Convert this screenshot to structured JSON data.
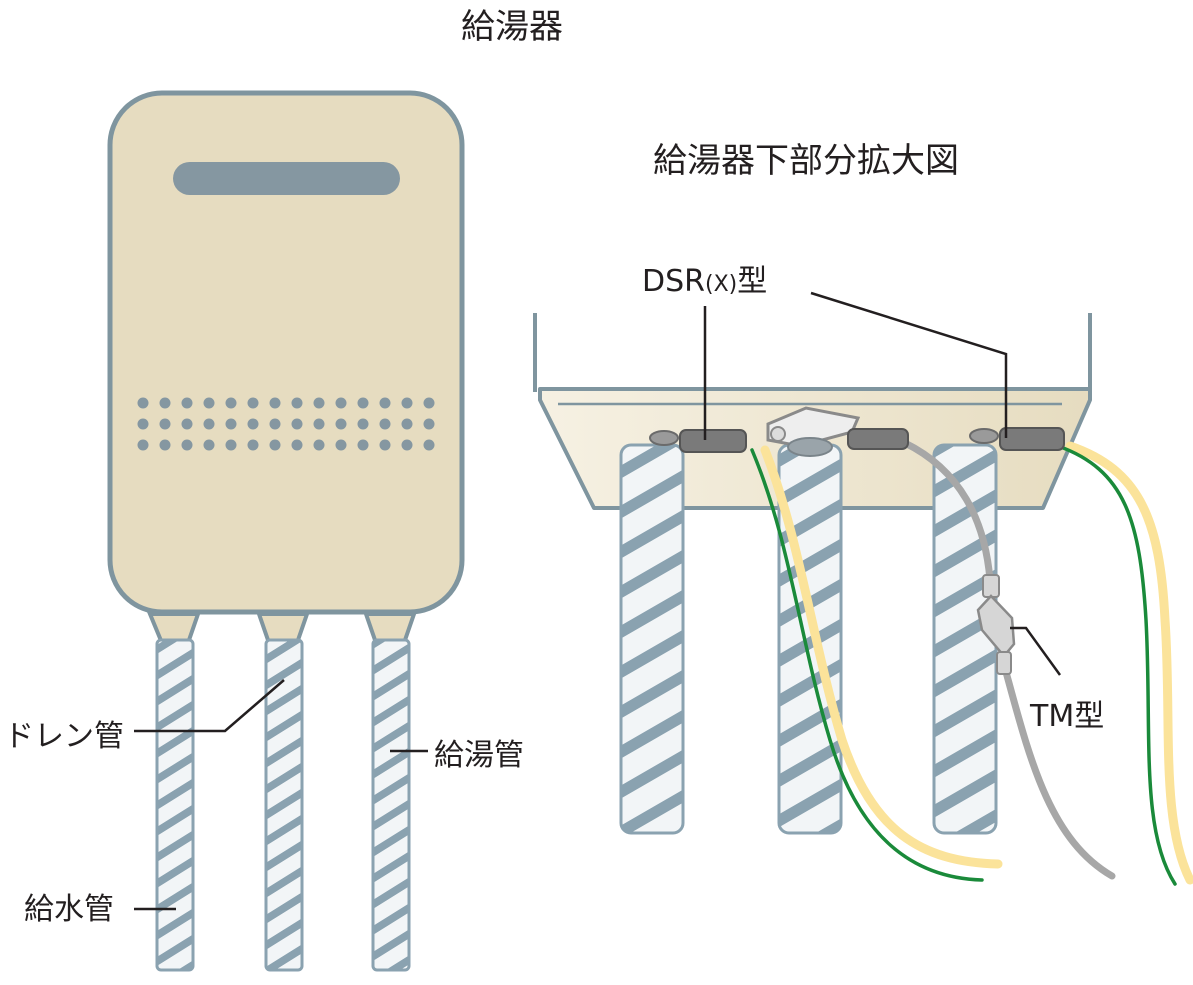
{
  "titles": {
    "heater": "給湯器",
    "zoom": "給湯器下部分拡大図"
  },
  "labels": {
    "drain": "ドレン管",
    "hot_pipe": "給湯管",
    "water_pipe": "給水管",
    "dsr_main": "DSR",
    "dsr_paren": "(X)",
    "dsr_suffix": "型",
    "tm": "TM型"
  },
  "icons": {
    "heater": "water-heater-icon",
    "pipe": "twisted-pipe-icon",
    "sensor": "sensor-cable-icon"
  },
  "colors": {
    "body": "#e6dcc0",
    "outline": "#7f959f",
    "pipe_fill": "#f2f5f7",
    "pipe_stripe": "#8aa2b0",
    "cable_green": "#1a8a3a",
    "cable_yellow": "#fbe39a",
    "cable_gray": "#a7a7a7"
  }
}
